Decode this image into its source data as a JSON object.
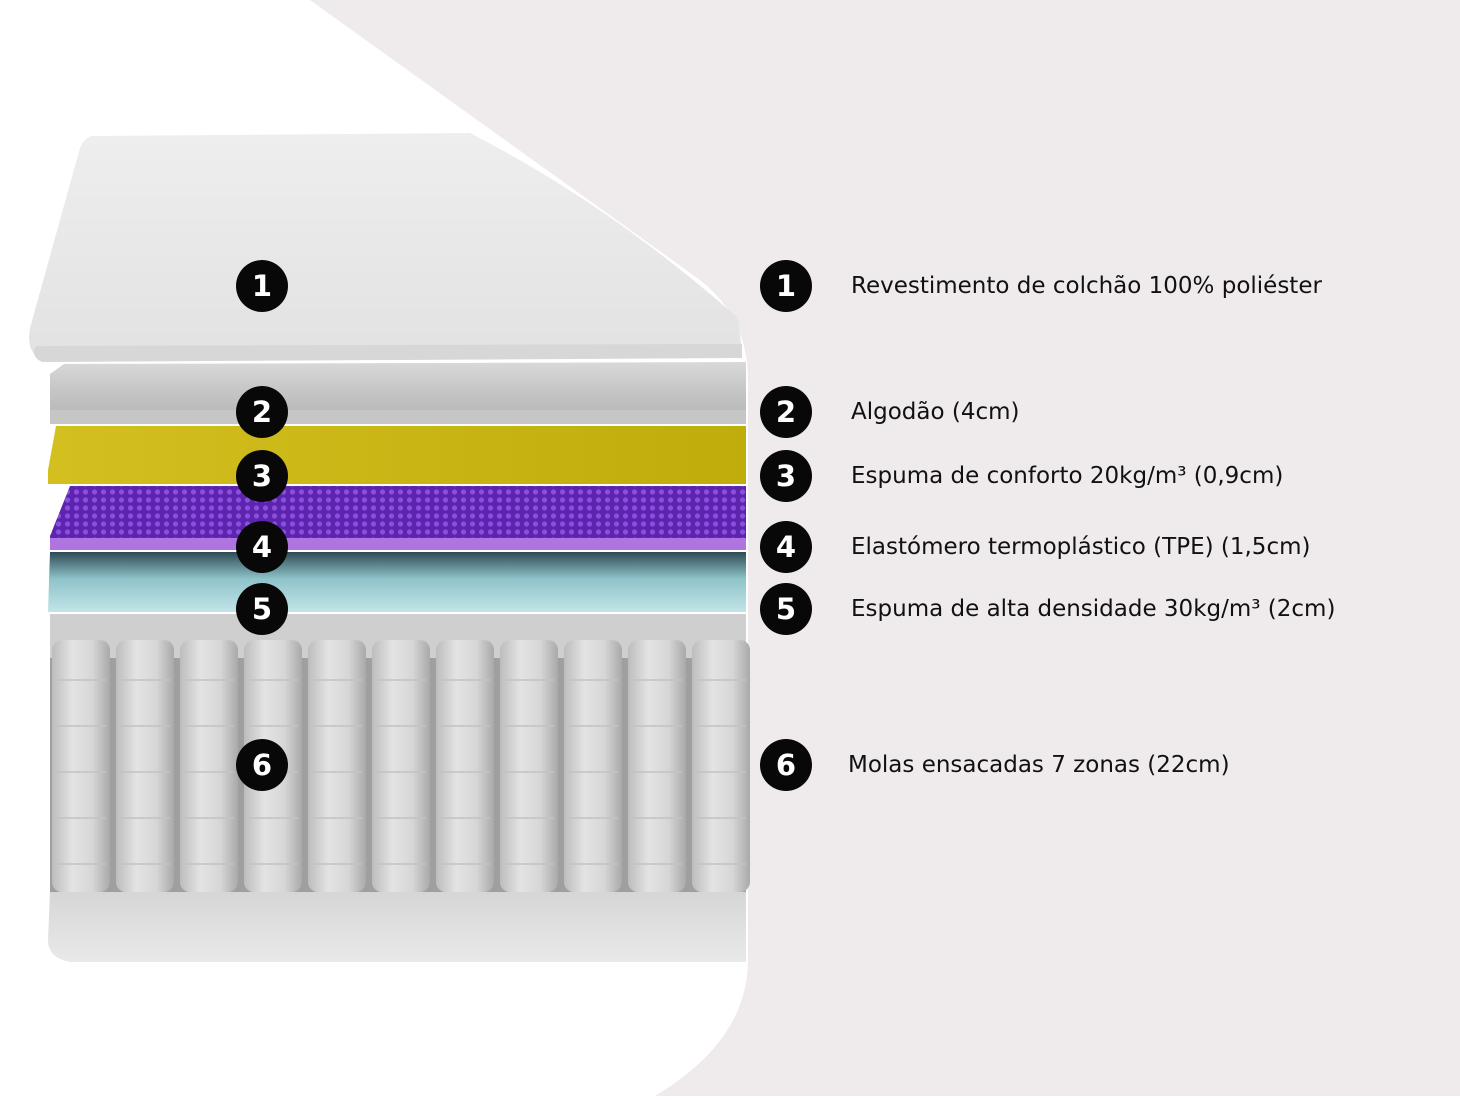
{
  "layers": [
    {
      "number": "1",
      "label": "Revestimento de colchão 100% poliéster",
      "color": "#e7e7e7"
    },
    {
      "number": "2",
      "label": "Algodão (4cm)",
      "color": "#c9c9c9"
    },
    {
      "number": "3",
      "label": "Espuma de conforto 20kg/m³ (0,9cm)",
      "color": "#c9b70f"
    },
    {
      "number": "4",
      "label": "Elastómero termoplástico (TPE) (1,5cm)",
      "color": "#6a2cc0"
    },
    {
      "number": "5",
      "label": "Espuma de alta densidade 30kg/m³ (2cm)",
      "color": "#b7dde2"
    },
    {
      "number": "6",
      "label": "Molas ensacadas 7 zonas (22cm)",
      "color": "#e2e2e2"
    }
  ],
  "colors": {
    "background_panel": "#efeaeb",
    "marker": "#080808"
  }
}
